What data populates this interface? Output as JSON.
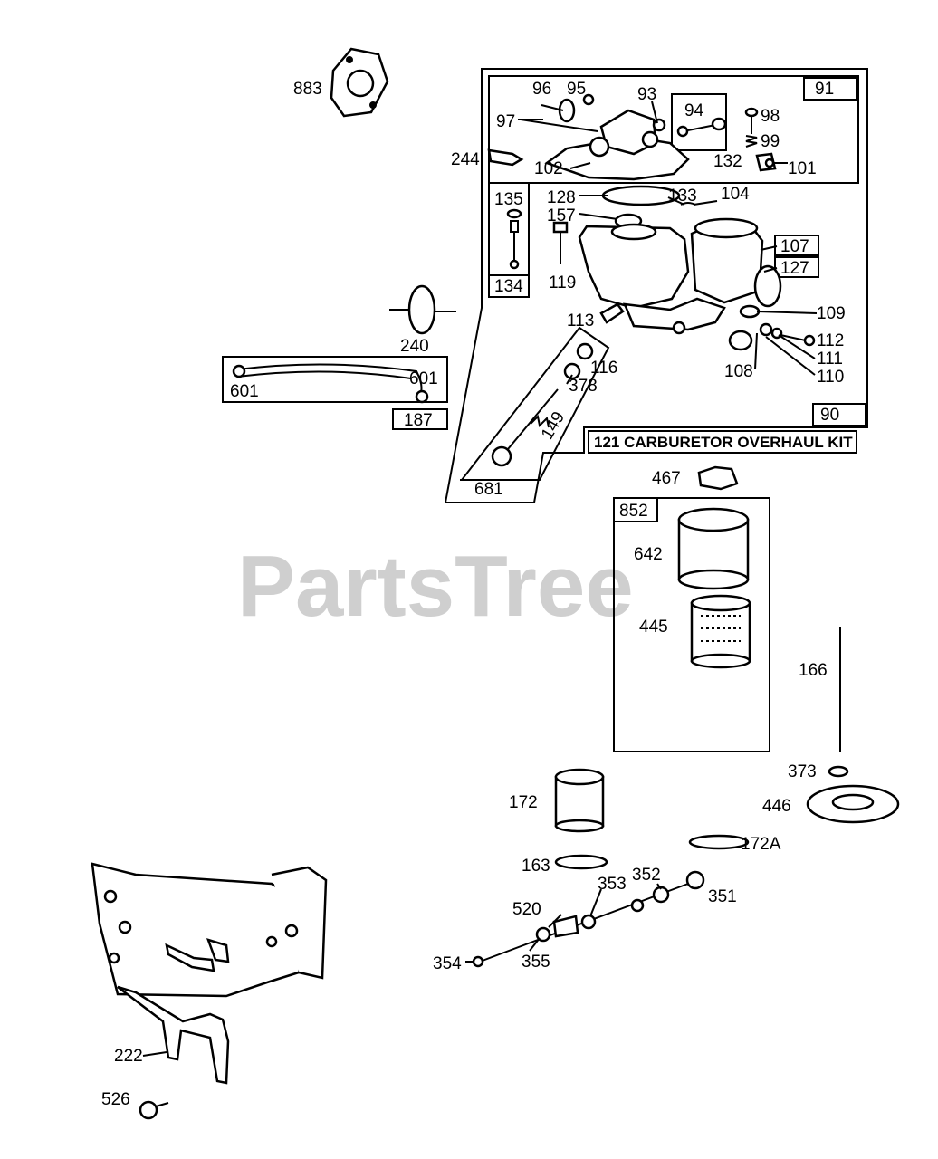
{
  "watermark": "PartsTree",
  "kit_label": "121 CARBURETOR OVERHAUL KIT",
  "callouts": {
    "c883": "883",
    "c96": "96",
    "c95": "95",
    "c93": "93",
    "c94": "94",
    "c91": "91",
    "c97": "97",
    "c98": "98",
    "c99": "99",
    "c132": "132",
    "c101": "101",
    "c102": "102",
    "c244": "244",
    "c135": "135",
    "c128": "128",
    "c157": "157",
    "c133": "133",
    "c104": "104",
    "c107": "107",
    "c127": "127",
    "c134": "134",
    "c119": "119",
    "c109": "109",
    "c113": "113",
    "c116": "116",
    "c378": "378",
    "c112": "112",
    "c111": "111",
    "c110": "110",
    "c108": "108",
    "c240": "240",
    "c601": "601",
    "c601b": "601",
    "c187": "187",
    "c90": "90",
    "c149": "149",
    "c681": "681",
    "c467": "467",
    "c852": "852",
    "c642": "642",
    "c445": "445",
    "c166": "166",
    "c373": "373",
    "c446": "446",
    "c172": "172",
    "c172a": "172A",
    "c163": "163",
    "c352": "352",
    "c353": "353",
    "c351": "351",
    "c520": "520",
    "c354": "354",
    "c355": "355",
    "c222": "222",
    "c526": "526"
  }
}
